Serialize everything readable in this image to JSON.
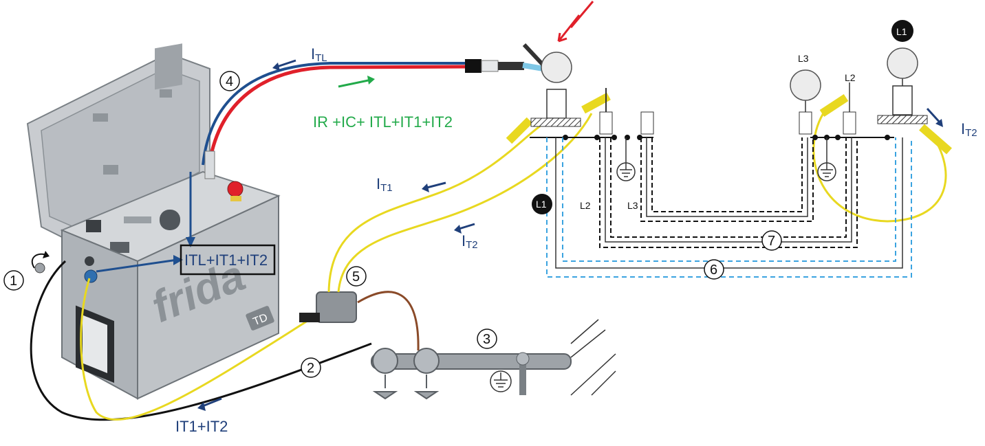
{
  "labels": {
    "i_tl_top": "I",
    "i_tl_top_sub": "TL",
    "green_formula": "IR +IC+ ITL+IT1+IT2",
    "i_t1": "I",
    "i_t1_sub": "T1",
    "i_t2_mid": "I",
    "i_t2_mid_sub": "T2",
    "i_t2_right": "I",
    "i_t2_right_sub": "T2",
    "box_formula": "ITL+IT1+IT2",
    "bottom_formula": "IT1+IT2",
    "brand": "frida",
    "badge": "TD"
  },
  "numbers": {
    "n1": "1",
    "n2": "2",
    "n3": "3",
    "n4": "4",
    "n5": "5",
    "n6": "6",
    "n7": "7"
  },
  "phases": {
    "l1_top": "L1",
    "l2_top": "L2",
    "l3_top": "L3",
    "l1_cable": "L1",
    "l2_cable": "L2",
    "l3_cable": "L3"
  },
  "colors": {
    "blue_label": "#1f3f7a",
    "green_label": "#22aa4a",
    "cable_red": "#e0202a",
    "cable_blue": "#1f4f8f",
    "cable_yellow": "#f0e020",
    "dashed_blue": "#3aa3e0",
    "device_gray": "#b5babf"
  }
}
